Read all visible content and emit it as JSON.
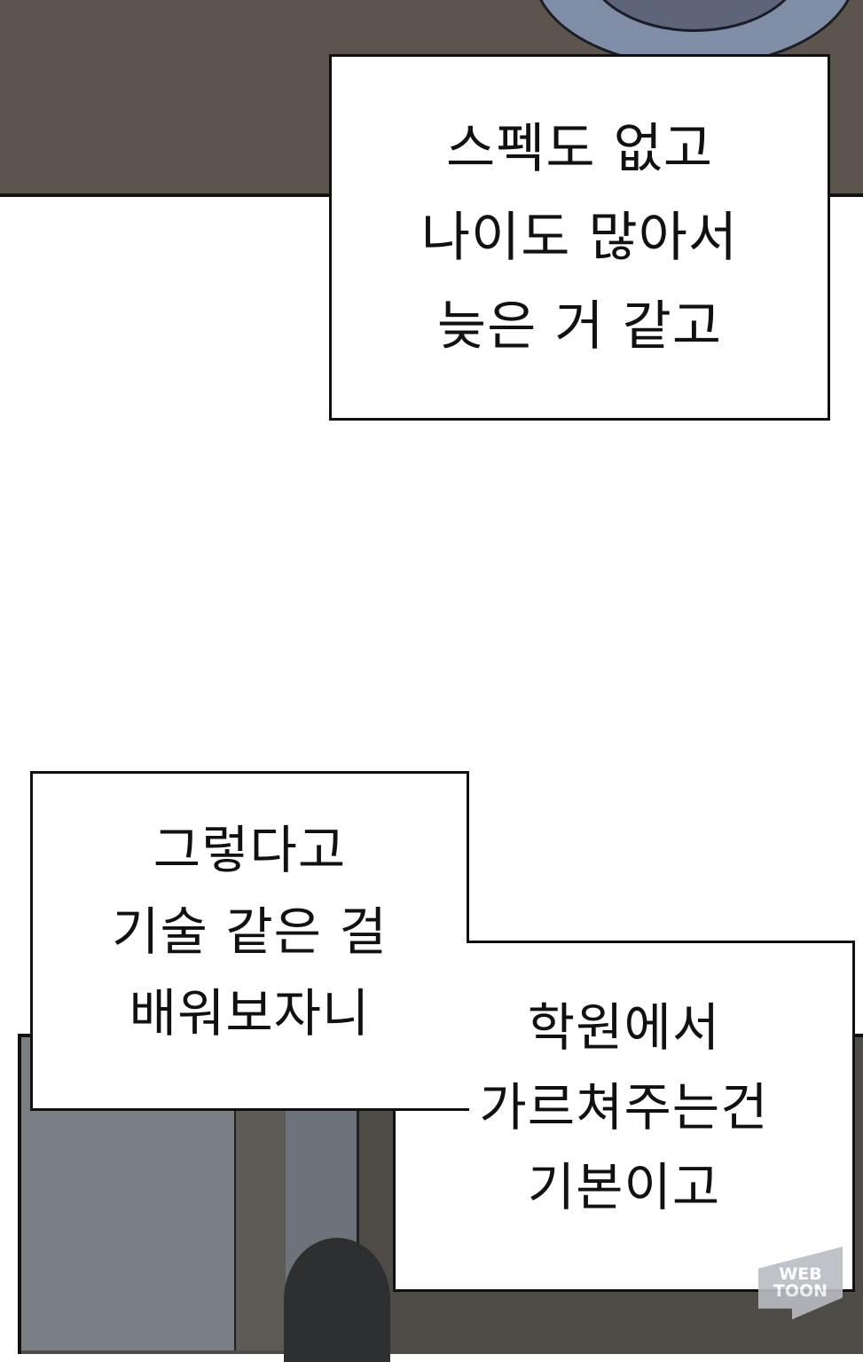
{
  "captions": [
    {
      "lines": [
        "스펙도 없고",
        "나이도 많아서",
        "늦은 거 같고"
      ]
    },
    {
      "lines": [
        "그렇다고",
        "기술 같은 걸",
        "배워보자니"
      ]
    },
    {
      "lines": [
        "학원에서",
        "가르쳐주는건",
        "기본이고"
      ]
    }
  ],
  "watermark": {
    "line1": "WEB",
    "line2": "TOON"
  },
  "colors": {
    "caption_bg": "#ffffff",
    "caption_border": "#111111",
    "text": "#111111"
  }
}
